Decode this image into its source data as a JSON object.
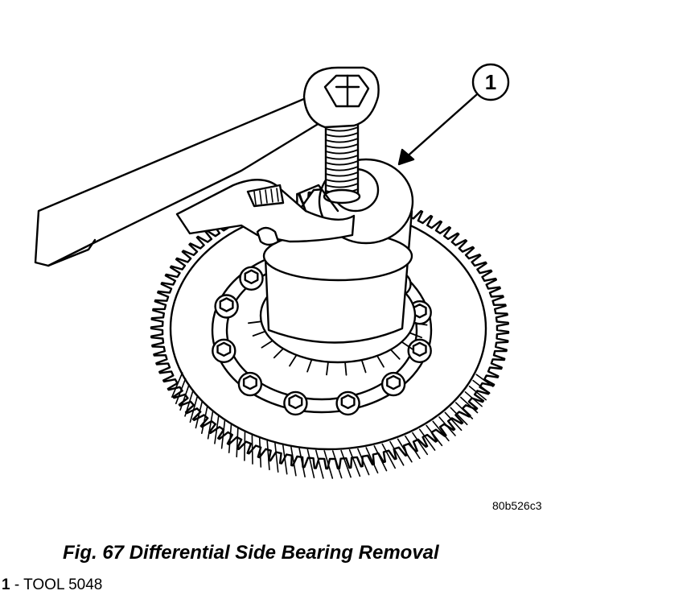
{
  "figure": {
    "callout": "1",
    "image_code": "80b526c3",
    "caption": "Fig. 67 Differential Side Bearing Removal"
  },
  "legend": [
    {
      "number": "1",
      "separator": " - ",
      "label": "TOOL 5048"
    }
  ],
  "icons": {
    "callout": "numbered-circle-callout",
    "bolt": "hex-bolt-head",
    "gear": "ring-gear",
    "puller": "bearing-puller-tool"
  }
}
